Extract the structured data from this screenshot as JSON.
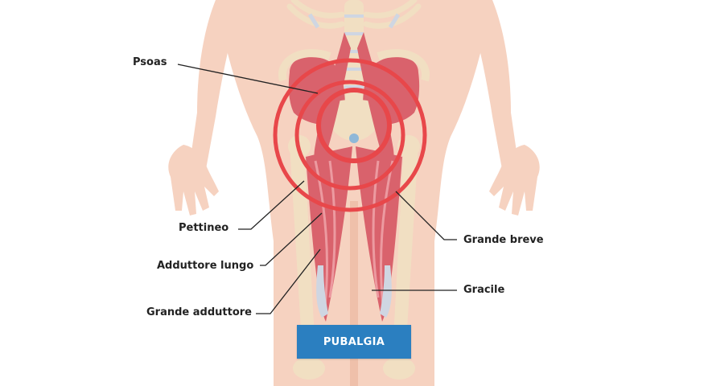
{
  "labels": {
    "psoas": "Psoas",
    "pettineo": "Pettineo",
    "adduttore_lungo": "Adduttore lungo",
    "grande_adduttore": "Grande adduttore",
    "grande_breve": "Grande breve",
    "gracile": "Gracile"
  },
  "banner": {
    "text": "PUBALGIA"
  },
  "colors": {
    "skin": "#f6d2c0",
    "skin_shadow": "#efc0aa",
    "bone": "#f1dfc2",
    "muscle": "#d9626c",
    "muscle_light": "#ec9aa0",
    "tendon": "#cfd6e2",
    "pain_ring": "#e8474a",
    "leader_line": "#222222",
    "banner": "#2b7fc0"
  },
  "icons": {
    "pain_indicator": "concentric-rings-icon",
    "anatomy": "pelvis-muscles-illustration"
  }
}
